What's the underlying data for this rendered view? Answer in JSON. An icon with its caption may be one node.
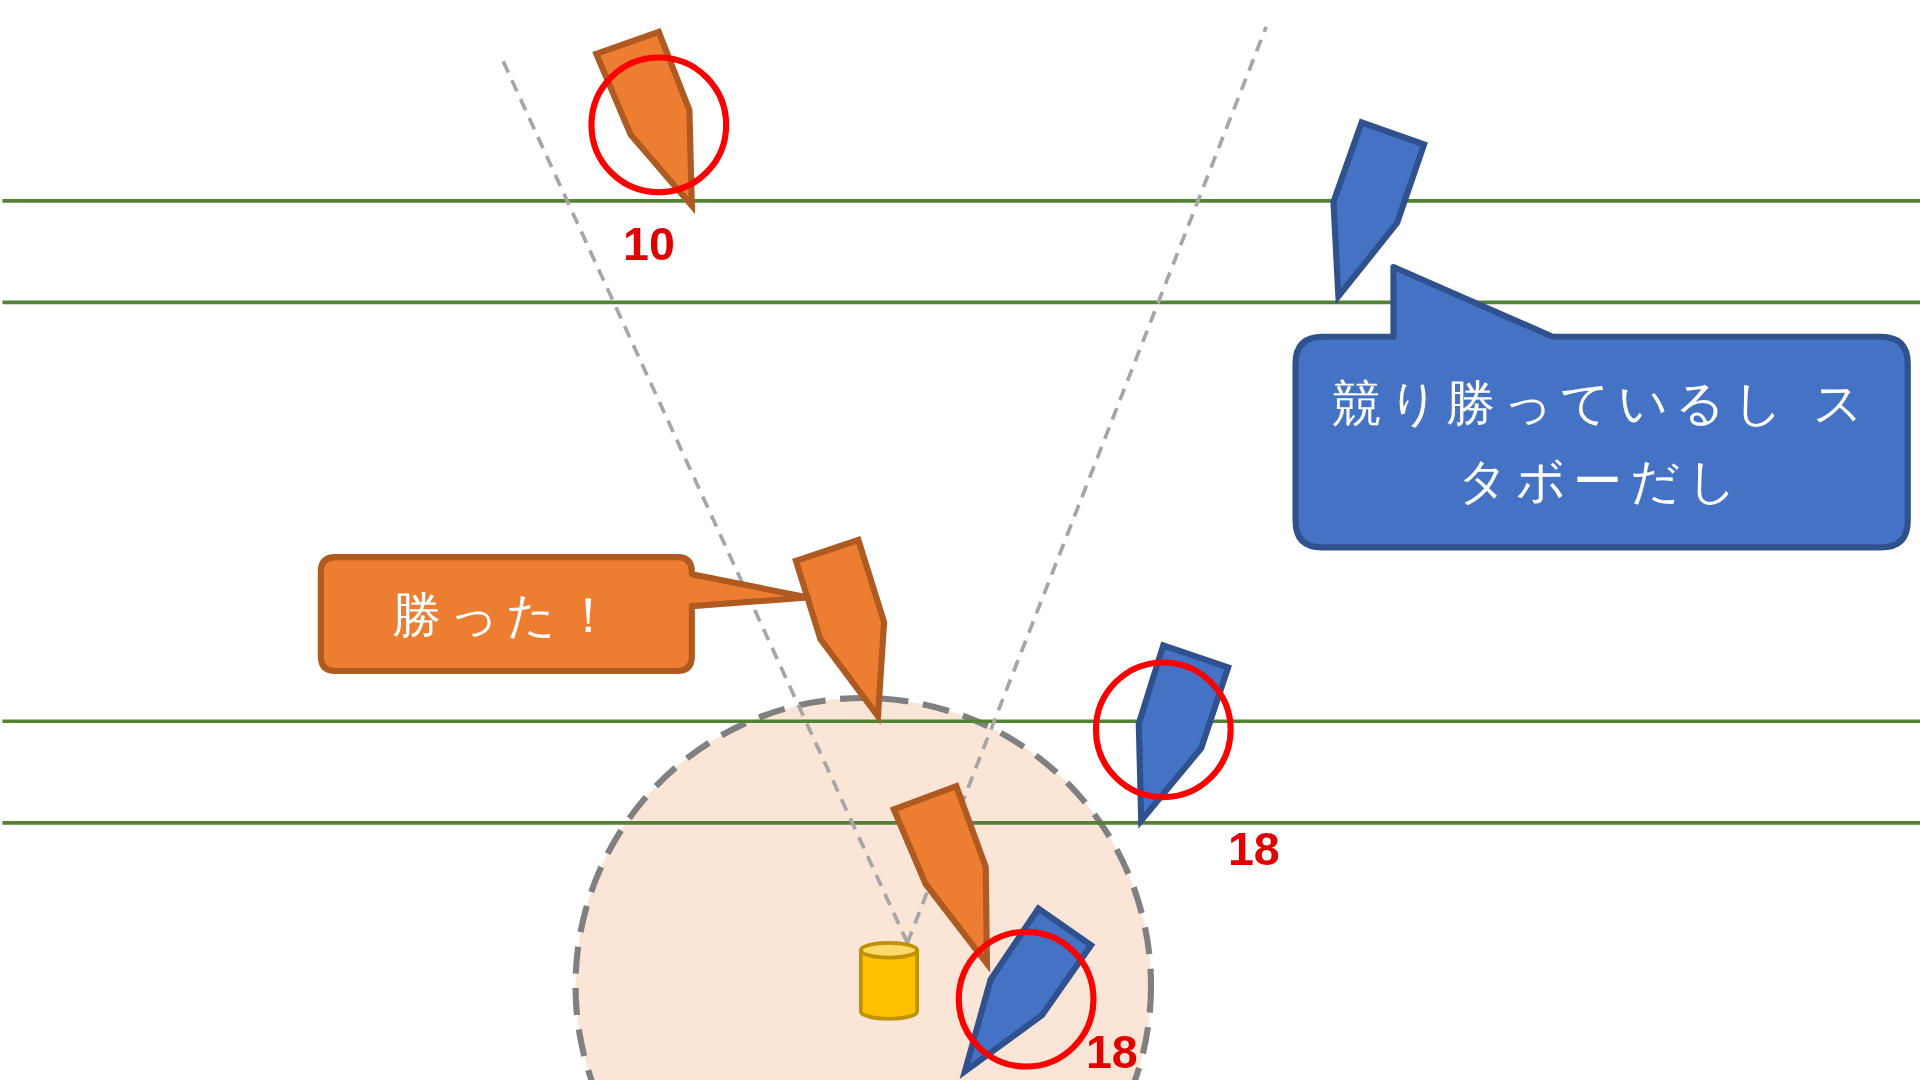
{
  "diagram": {
    "nodes": [
      {
        "text": [
          "勝った！"
        ]
      },
      {
        "text": [
          "競り勝っているし スタボーだし"
        ]
      }
    ],
    "labels": [
      "10",
      "18",
      "18"
    ]
  }
}
